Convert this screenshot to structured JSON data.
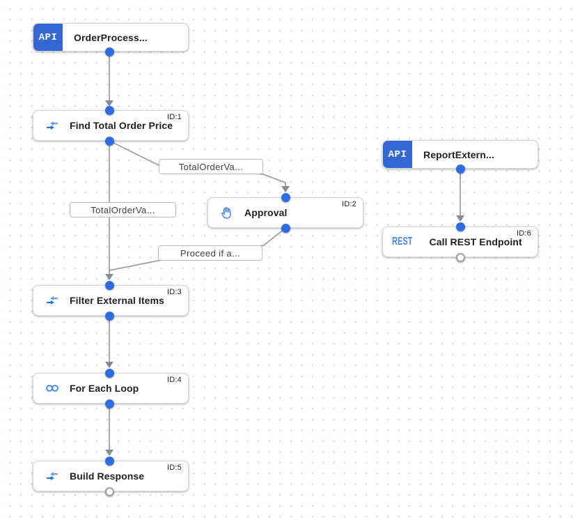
{
  "canvas": {
    "background_color": "#ffffff",
    "grid_dot_color": "#d7d9da"
  },
  "colors": {
    "trigger_badge_blue": "#3367d6",
    "port_blue": "#2e6ce4",
    "icon_blue": "#4285f4",
    "icon_blue_dark": "#1a73e8",
    "icon_blue_light": "#669df6",
    "edge_gray": "#9aa0a6",
    "arrowhead_gray": "#858b91",
    "node_border": "#d5d7db",
    "title_text": "#202124"
  },
  "nodes": {
    "trigger_order": {
      "badge": "API",
      "title": "OrderProcess...",
      "icon": "api-trigger-badge"
    },
    "find_total": {
      "title": "Find Total Order Price",
      "id_label": "ID:1",
      "icon": "data-mapping-icon"
    },
    "approval": {
      "title": "Approval",
      "id_label": "ID:2",
      "icon": "approval-hand-icon"
    },
    "filter_items": {
      "title": "Filter External Items",
      "id_label": "ID:3",
      "icon": "data-mapping-icon"
    },
    "for_each": {
      "title": "For Each Loop",
      "id_label": "ID:4",
      "icon": "loop-infinity-icon"
    },
    "build_response": {
      "title": "Build Response",
      "id_label": "ID:5",
      "icon": "data-mapping-icon"
    },
    "trigger_report": {
      "badge": "API",
      "title": "ReportExtern...",
      "icon": "api-trigger-badge"
    },
    "call_rest": {
      "title": "Call REST Endpoint",
      "id_label": "ID:6",
      "icon": "rest-icon",
      "icon_text": "REST"
    }
  },
  "edge_labels": [
    {
      "text": "TotalOrderVa..."
    },
    {
      "text": "TotalOrderVa..."
    },
    {
      "text": "Proceed if a..."
    }
  ]
}
